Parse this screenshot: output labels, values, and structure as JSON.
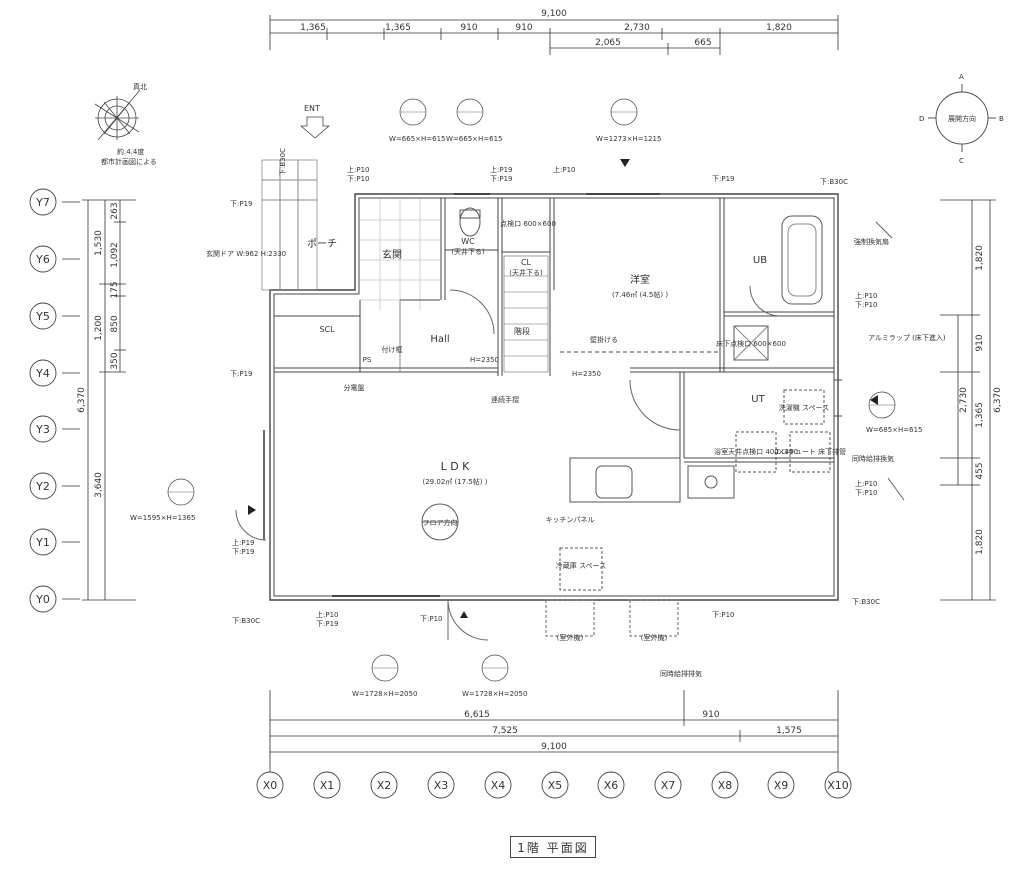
{
  "title": "1階 平面図",
  "dims_top": {
    "total": "9,100",
    "row1": [
      "1,365",
      "1,365",
      "910",
      "910",
      "2,730",
      "1,820"
    ],
    "row2": [
      "2,065",
      "665"
    ]
  },
  "dims_bottom": {
    "row1": [
      "6,615",
      "910"
    ],
    "row2": [
      "7,525",
      "1,575"
    ],
    "total": "9,100"
  },
  "dims_left": {
    "total": "6,370",
    "col1": [
      "1,530",
      "1,200",
      "3,640"
    ],
    "col2": [
      "263",
      "1,092",
      "175",
      "850",
      "350"
    ]
  },
  "dims_right": {
    "total": "6,370",
    "col1": [
      "1,820",
      "910",
      "1,365",
      "455",
      "1,820"
    ],
    "mid": "2,730"
  },
  "axes_x": [
    "X0",
    "X1",
    "X2",
    "X3",
    "X4",
    "X5",
    "X6",
    "X7",
    "X8",
    "X9",
    "X10"
  ],
  "axes_y": [
    "Y7",
    "Y6",
    "Y5",
    "Y4",
    "Y3",
    "Y2",
    "Y1",
    "Y0"
  ],
  "north": {
    "label": "真北",
    "note1": "約.4.4度",
    "note2": "都市計画図による"
  },
  "compass": {
    "a": "A",
    "b": "B",
    "c": "C",
    "d": "D",
    "center": "展開方向"
  },
  "entrance": "ENT",
  "rooms": {
    "ldk": "L D K",
    "ldk_area": "(29.02㎡ (17.5帖) )",
    "floor_dir": "フロア方向",
    "western": "洋室",
    "western_area": "(7.46㎡ (4.5帖) )",
    "wall_hang": "壁掛ける",
    "ub": "UB",
    "ut": "UT",
    "hall": "Hall",
    "genkan": "玄関",
    "porch": "ポーチ",
    "scl": "SCL",
    "wc": "WC",
    "wc_sub": "(天井下る)",
    "cl": "CL",
    "cl_sub": "(天井下る)",
    "stairs": "階段",
    "ps": "PS",
    "panel": "分電盤",
    "tsukekamoi": "付け框",
    "handrail": "連続手摺",
    "kitchen_panel": "キッチンパネル",
    "storage": "点検口\n600×600",
    "fridge": "冷蔵庫\nスペース",
    "washer": "洗濯機\nスペース",
    "bath_vent": "浴室天井点検口\n400×400",
    "ecocute": "エコキュート\n床下排管",
    "underfloor": "床下点検口\n600×600",
    "forced_vent": "強制換気扇",
    "alumi": "アルミラップ\n(床下進入)",
    "sim_vent": "同時給排換気",
    "sim_vent2": "同時給排排気",
    "outdoor": "(室外機)",
    "door_mark": "玄関ドア\nW:962\nH:2330"
  },
  "windows": {
    "w1": "W=665×H=615",
    "w2": "W=665×H=615",
    "w3": "W=1273×H=1215",
    "w4": "W=685×H=615",
    "w5": "W=1595×H=1365",
    "w6": "W=1728×H=2050",
    "w7": "W=1728×H=2050"
  },
  "heights": {
    "h2350a": "H=2350",
    "h2350b": "H=2350",
    "b300c_a": "下:B30C",
    "b300c_b": "下:B30C",
    "b300c_c": "下:B30C",
    "b300c_d": "下:B30C"
  },
  "labels": {
    "p10_up": "上:P10",
    "p10_dn": "下:P10",
    "p19_up": "上:P19",
    "p19_dn": "下:P19"
  },
  "colors": {
    "line": "#333333",
    "wall": "#555555",
    "hatch": "#888888"
  }
}
